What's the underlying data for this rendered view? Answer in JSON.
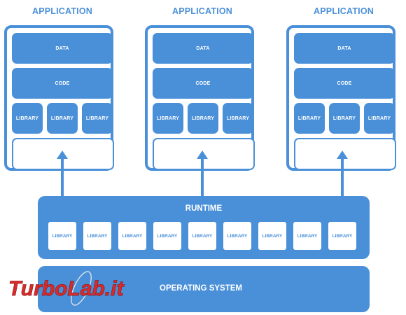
{
  "applications": [
    {
      "title": "APPLICATION",
      "data_label": "DATA",
      "code_label": "CODE",
      "libraries": [
        "LIBRARY",
        "LIBRARY",
        "LIBRARY"
      ]
    },
    {
      "title": "APPLICATION",
      "data_label": "DATA",
      "code_label": "CODE",
      "libraries": [
        "LIBRARY",
        "LIBRARY",
        "LIBRARY"
      ]
    },
    {
      "title": "APPLICATION",
      "data_label": "DATA",
      "code_label": "CODE",
      "libraries": [
        "LIBRARY",
        "LIBRARY",
        "LIBRARY"
      ]
    }
  ],
  "runtime": {
    "title": "RUNTIME",
    "libraries": [
      "LIBRARY",
      "LIBRARY",
      "LIBRARY",
      "LIBRARY",
      "LIBRARY",
      "LIBRARY",
      "LIBRARY",
      "LIBRARY",
      "LIBRARY"
    ]
  },
  "os": {
    "title": "OPERATING SYSTEM"
  },
  "watermark": {
    "text": "TurboLab.it"
  },
  "colors": {
    "accent": "#4a90d9",
    "watermark_red": "#d62b2b",
    "background": "#ffffff"
  },
  "icons": {
    "arrow": "arrow-up-icon"
  }
}
